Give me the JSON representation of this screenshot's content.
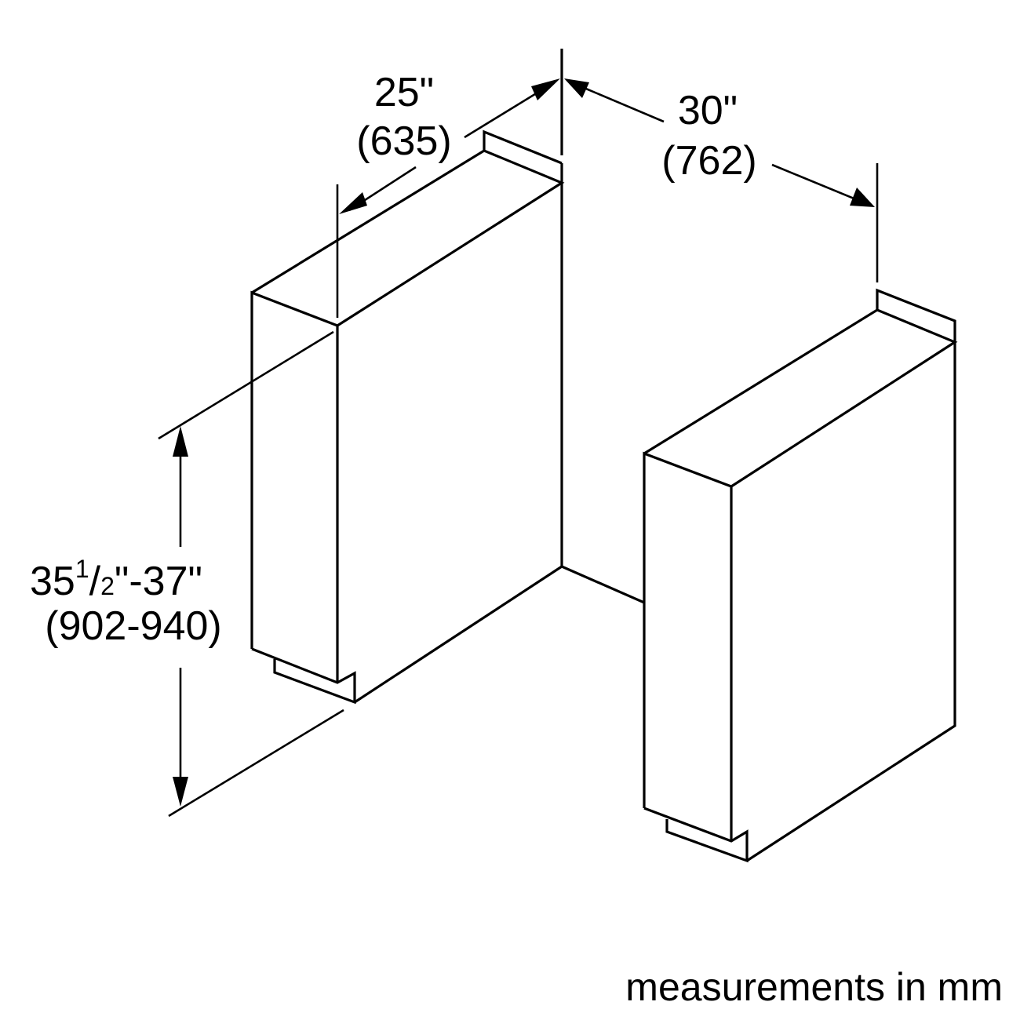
{
  "dimensions": {
    "depth": {
      "inches": "25\"",
      "mm": "(635)"
    },
    "gap": {
      "inches": "30\"",
      "mm": "(762)"
    },
    "height": {
      "inches_whole": "35",
      "inches_num": "1",
      "inches_den": "2",
      "inches_rest": "\"-37\"",
      "mm": "(902-940)"
    }
  },
  "note": "measurements in mm",
  "colors": {
    "line": "#000000",
    "background": "#ffffff"
  }
}
